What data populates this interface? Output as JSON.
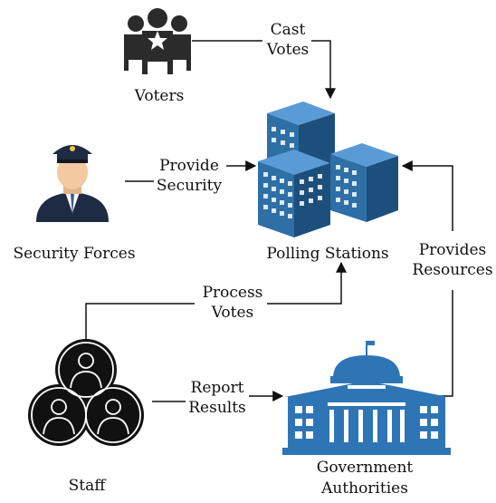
{
  "nodes": {
    "voters": {
      "label": "Voters"
    },
    "security": {
      "label": "Security Forces"
    },
    "polling": {
      "label": "Polling Stations"
    },
    "staff": {
      "label": "Staff"
    },
    "government": {
      "label_line1": "Government",
      "label_line2": "Authorities"
    }
  },
  "edges": {
    "cast_votes": {
      "line1": "Cast",
      "line2": "Votes"
    },
    "provide_security": {
      "line1": "Provide",
      "line2": "Security"
    },
    "process_votes": {
      "line1": "Process",
      "line2": "Votes"
    },
    "report_results": {
      "line1": "Report",
      "line2": "Results"
    },
    "provides_resources": {
      "line1": "Provides",
      "line2": "Resources"
    }
  },
  "colors": {
    "line": "#111111",
    "building_blue": "#2e6fa6",
    "building_dark": "#1d4f7c",
    "government_blue": "#2e75b6",
    "police_navy": "#1d2b44",
    "skin": "#f2c9a0"
  }
}
